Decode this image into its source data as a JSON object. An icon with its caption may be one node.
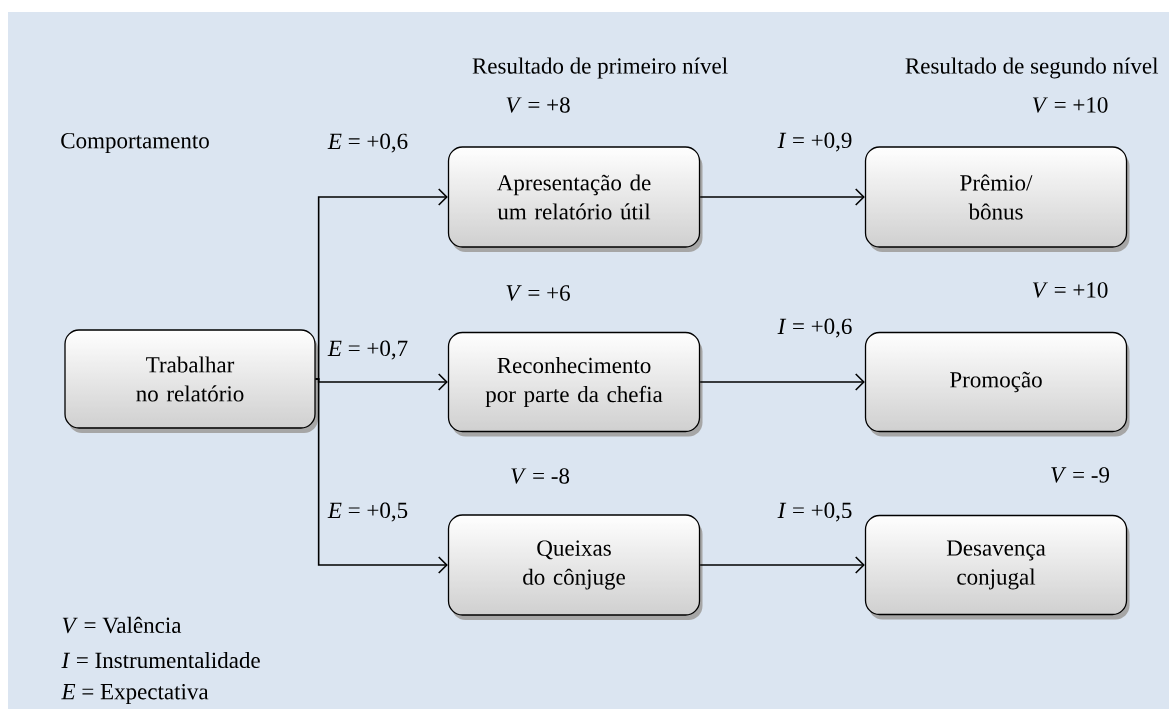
{
  "diagram": {
    "nodes": [
      {
        "text": [
          "Trabalhar no relatório"
        ]
      },
      {
        "text": [
          "Apresentação de um relatório útil"
        ],
        "beside": [
          "*V* = +8"
        ]
      },
      {
        "text": [
          "Reconhecimento por parte da chefia"
        ],
        "beside": [
          "*V* = +6"
        ]
      },
      {
        "text": [
          "Queixas do cônjuge"
        ],
        "beside": [
          "*V* = -8"
        ]
      },
      {
        "text": [
          "Prêmio/ bônus"
        ],
        "beside": [
          "*V* = +10"
        ]
      },
      {
        "text": [
          "Promoção"
        ],
        "beside": [
          "*V* = +10"
        ]
      },
      {
        "text": [
          "Desavença conjugal"
        ],
        "beside": [
          "*V* = -9"
        ]
      }
    ],
    "edges": [
      {
        "from": 0,
        "to": 1,
        "arrow": "to",
        "label": "*E* = +0,6"
      },
      {
        "from": 0,
        "to": 2,
        "arrow": "to",
        "label": "*E* = +0,7"
      },
      {
        "from": 0,
        "to": 3,
        "arrow": "to",
        "label": "*E* = +0,5"
      },
      {
        "from": 1,
        "to": 4,
        "arrow": "to",
        "label": "*I* = +0,9"
      },
      {
        "from": 2,
        "to": 5,
        "arrow": "to",
        "label": "*I* = +0,6"
      },
      {
        "from": 3,
        "to": 6,
        "arrow": "to",
        "label": "*I* = +0,5"
      }
    ],
    "labels": [
      "Resultado de primeiro nível",
      "Resultado de segundo nível",
      "Comportamento",
      "*V* = Valência",
      "*I* = Instrumentalidade",
      "*E* = Expectativa"
    ]
  }
}
